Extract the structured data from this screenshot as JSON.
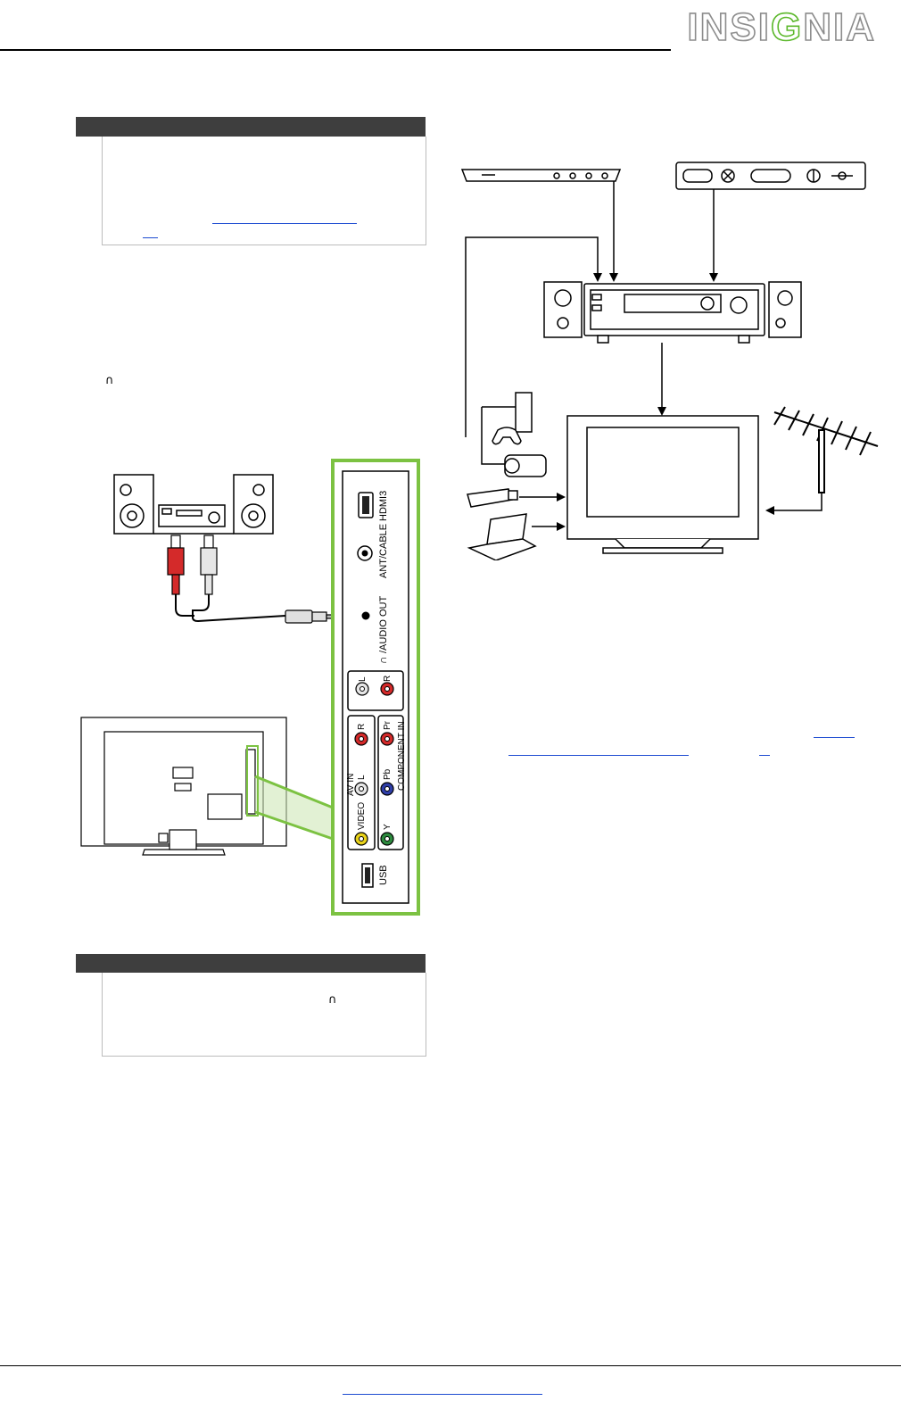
{
  "brand": {
    "logo_text_a": "INSI",
    "logo_text_g": "G",
    "logo_text_b": "NIA"
  },
  "icons": {
    "headphone": "headphone-icon"
  },
  "panel_labels": {
    "hdmi3": "HDMI3",
    "ant_cable": "ANT/CABLE",
    "audio_out": "/AUDIO OUT",
    "l": "L",
    "r": "R",
    "pr": "Pr",
    "pb": "Pb",
    "y": "Y",
    "av_in": "AV IN",
    "video": "VIDEO",
    "component_in": "COMPONENT IN",
    "usb": "USB"
  },
  "colors": {
    "accent_green": "#7cc242",
    "note_bar": "#3e3e3e",
    "link_blue": "#1d4bd1",
    "rca_red": "#d42a2a",
    "rca_white": "#e6e6e6",
    "rca_yellow": "#e8d21a",
    "rca_blue": "#2f3ea8",
    "rca_green": "#2d8a3e"
  }
}
